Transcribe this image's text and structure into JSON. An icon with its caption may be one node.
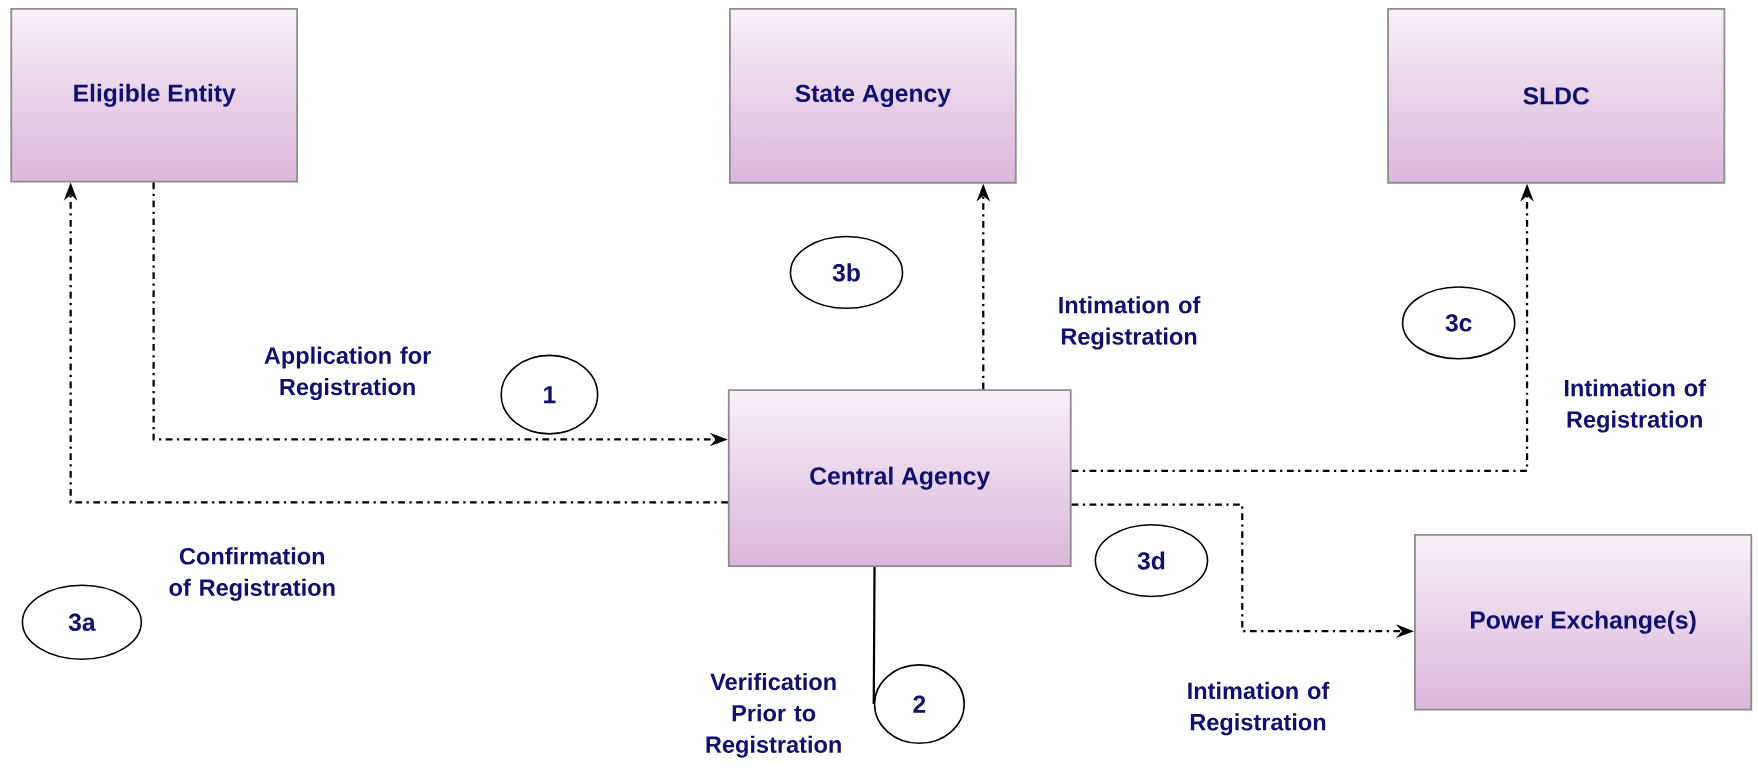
{
  "diagram": {
    "nodes": [
      {
        "text": [
          "Eligible Entity"
        ]
      },
      {
        "text": [
          "State Agency"
        ]
      },
      {
        "text": [
          "SLDC"
        ]
      },
      {
        "text": [
          "Central Agency"
        ]
      },
      {
        "text": [
          "Power Exchange(s)"
        ]
      },
      {
        "text": [
          "1"
        ]
      },
      {
        "text": [
          "2"
        ]
      },
      {
        "text": [
          "3a"
        ]
      },
      {
        "text": [
          "3b"
        ]
      },
      {
        "text": [
          "3c"
        ]
      },
      {
        "text": [
          "3d"
        ]
      }
    ],
    "edges": [
      {
        "from": 0,
        "to": 3,
        "arrow": "to",
        "style": "dashed",
        "label": "Application for Registration"
      },
      {
        "from": 3,
        "to": 0,
        "arrow": "to",
        "style": "dashed",
        "label": "Confirmation of Registration"
      },
      {
        "from": 3,
        "to": 1,
        "arrow": "to",
        "style": "dashed",
        "label": "Intimation of Registration"
      },
      {
        "from": 3,
        "to": 2,
        "arrow": "to",
        "style": "dashed",
        "label": "Intimation of Registration"
      },
      {
        "from": 3,
        "to": 4,
        "arrow": "to",
        "style": "dashed",
        "label": "Intimation of Registration"
      },
      {
        "from": 3,
        "to": 6,
        "arrow": "none",
        "label": "Verification Prior to Registration"
      }
    ]
  }
}
